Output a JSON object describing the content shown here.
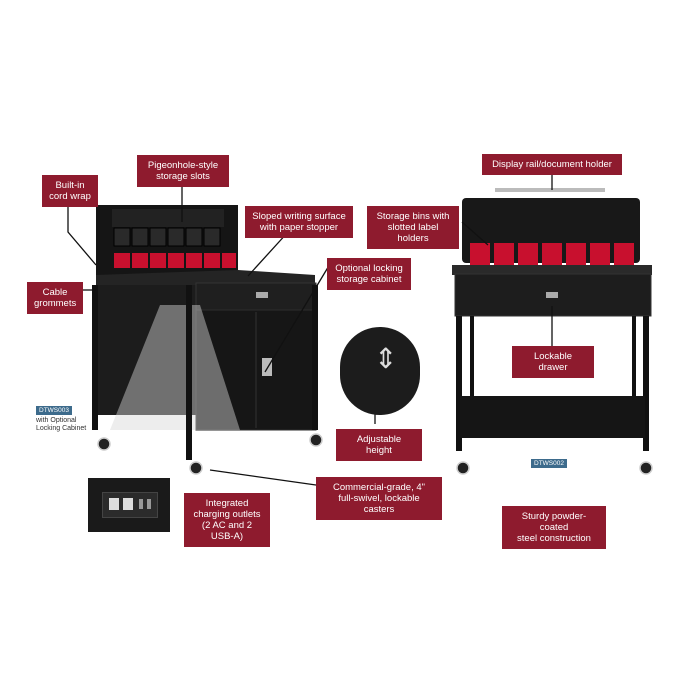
{
  "callouts": {
    "pigeonhole": "Pigeonhole-style\nstorage slots",
    "cord_wrap": "Built-in\ncord wrap",
    "cable_grommets": "Cable\ngrommets",
    "sloped_surface": "Sloped writing surface\nwith paper stopper",
    "locking_cabinet": "Optional locking\nstorage cabinet",
    "adjustable_height": "Adjustable height",
    "casters": "Commercial-grade, 4\"\nfull-swivel, lockable casters",
    "charging_outlets": "Integrated\ncharging outlets\n(2 AC and 2 USB-A)",
    "display_rail": "Display rail/document holder",
    "storage_bins": "Storage bins with\nslotted label holders",
    "lockable_drawer": "Lockable drawer",
    "powder_coated": "Sturdy powder-coated\nsteel construction"
  },
  "tags": {
    "model_left": "DTWS003",
    "model_right": "DTWS002"
  },
  "notes": {
    "model_left_note": "with Optional\nLocking Cabinet"
  },
  "colors": {
    "callout_bg": "#8e1b2e",
    "tag_bg": "#3d6b8c",
    "cabinet_black": "#1a1a1a",
    "bin_red": "#c8102e"
  }
}
